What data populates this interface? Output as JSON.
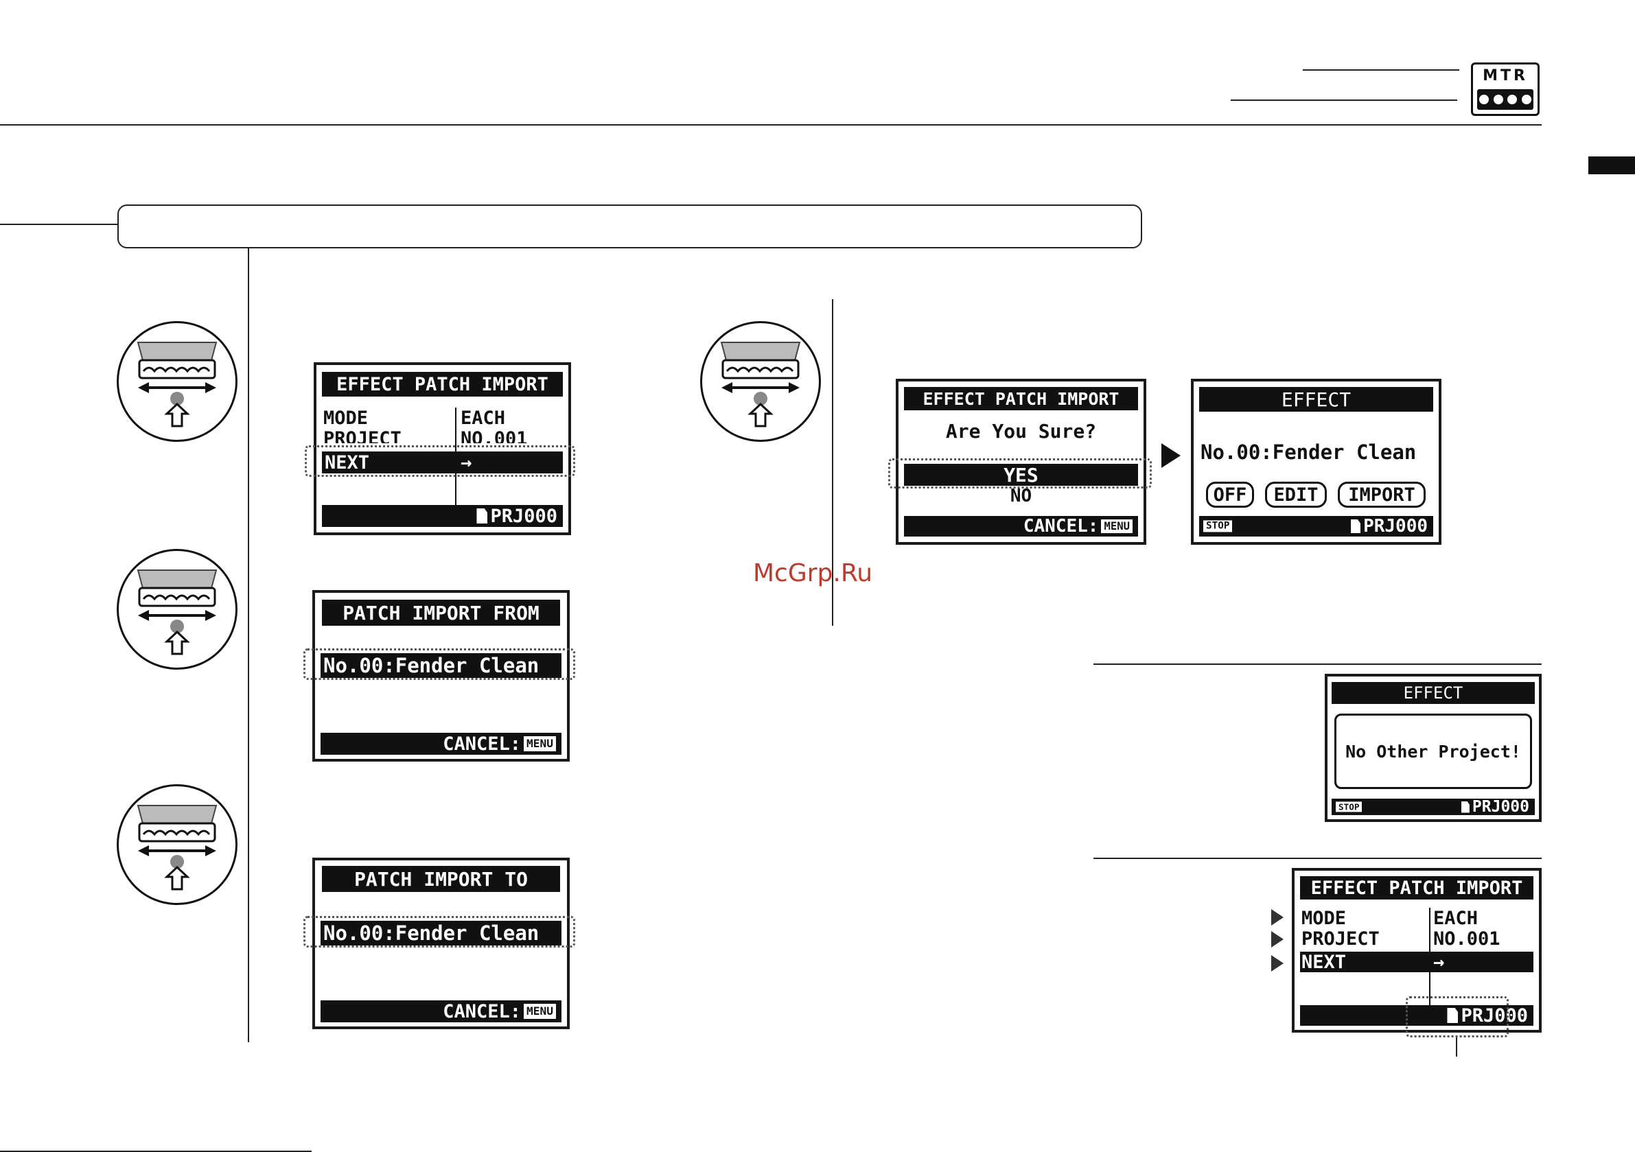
{
  "header": {
    "badge_text": "MTR",
    "badge_tracks": [
      "1",
      "2",
      "3",
      "4"
    ]
  },
  "watermark": "McGrp.Ru",
  "screens": {
    "s1": {
      "title": "EFFECT PATCH IMPORT",
      "rows": [
        {
          "label": "MODE",
          "value": "EACH"
        },
        {
          "label": "PROJECT",
          "value": "NO.001"
        },
        {
          "label": "NEXT",
          "value": "→"
        }
      ],
      "footer": "PRJ000"
    },
    "s2": {
      "title": "PATCH IMPORT FROM",
      "item": "No.00:Fender Clean",
      "footer": "CANCEL:",
      "menu": "MENU"
    },
    "s3": {
      "title": "PATCH IMPORT TO",
      "item": "No.00:Fender Clean",
      "footer": "CANCEL:",
      "menu": "MENU"
    },
    "s4": {
      "title": "EFFECT PATCH IMPORT",
      "question": "Are You Sure?",
      "yes": "YES",
      "no": "NO",
      "footer": "CANCEL:",
      "menu": "MENU"
    },
    "s5": {
      "title": "EFFECT",
      "patch": "No.00:Fender Clean",
      "off": "OFF",
      "edit": "EDIT",
      "import": "IMPORT",
      "stop": "STOP",
      "footer": "PRJ000"
    },
    "s6": {
      "title": "EFFECT",
      "message": "No Other Project!",
      "stop": "STOP",
      "footer": "PRJ000"
    },
    "s7": {
      "title": "EFFECT PATCH IMPORT",
      "rows": [
        {
          "label": "MODE",
          "value": "EACH"
        },
        {
          "label": "PROJECT",
          "value": "NO.001"
        },
        {
          "label": "NEXT",
          "value": "→"
        }
      ],
      "footer": "PRJ000"
    }
  }
}
